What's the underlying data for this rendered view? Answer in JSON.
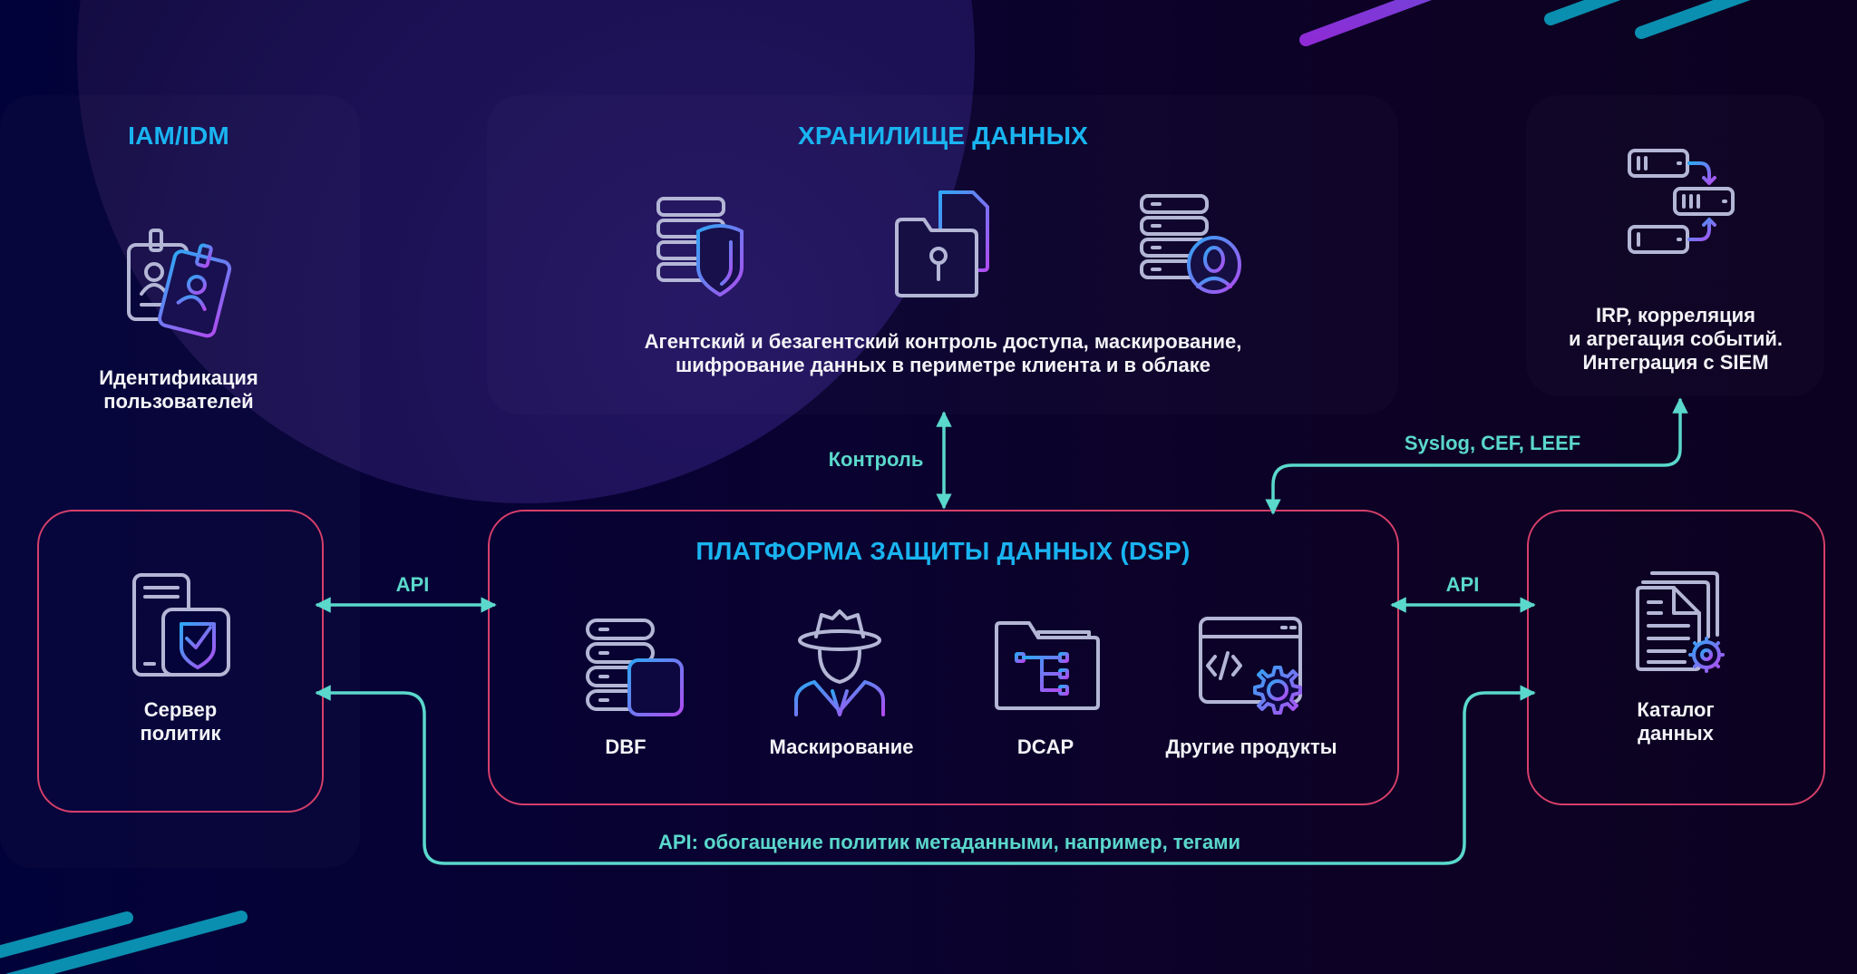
{
  "diagram": {
    "colors": {
      "heading": "#19b4f0",
      "caption": "#f3f3f7",
      "box_border": "#d63f6a",
      "connector": "#5ad8cc",
      "icon_stroke": "#b4b6d6",
      "icon_gradient_start": "#2fa6f5",
      "icon_gradient_end": "#b04cf0",
      "stripe_teal": "#0b8fb0",
      "stripe_purple": "#8e2bd6"
    },
    "iam": {
      "title": "IAM/IDM",
      "icon": "id-badges-icon",
      "caption": [
        "Идентификация",
        "пользователей"
      ]
    },
    "storage": {
      "title": "ХРАНИЛИЩЕ ДАННЫХ",
      "icons": [
        "server-shield-icon",
        "locked-folder-icon",
        "server-user-icon"
      ],
      "caption": [
        "Агентский и безагентский контроль доступа, маскирование,",
        "шифрование данных в периметре клиента и в облаке"
      ]
    },
    "irp": {
      "icon": "server-aggregation-icon",
      "caption": [
        "IRP, корреляция",
        "и агрегация событий.",
        "Интеграция с SIEM"
      ]
    },
    "policy_server": {
      "icon": "server-policy-shield-icon",
      "caption": [
        "Сервер",
        "политик"
      ]
    },
    "dsp": {
      "title": "ПЛАТФОРМА ЗАЩИТЫ ДАННЫХ (DSP)",
      "products": [
        {
          "label": "DBF",
          "icon": "database-firewall-icon"
        },
        {
          "label": "Маскирование",
          "icon": "spy-agent-icon"
        },
        {
          "label": "DCAP",
          "icon": "folder-tree-icon"
        },
        {
          "label": "Другие продукты",
          "icon": "code-window-gear-icon"
        }
      ]
    },
    "catalog": {
      "icon": "documents-gear-icon",
      "caption": [
        "Каталог",
        "данных"
      ]
    },
    "connectors": {
      "control": "Контроль",
      "syslog": "Syslog, CEF, LEEF",
      "api_left": "API",
      "api_right": "API",
      "api_enrichment": "API: обогащение политик метаданными, например, тегами"
    }
  }
}
